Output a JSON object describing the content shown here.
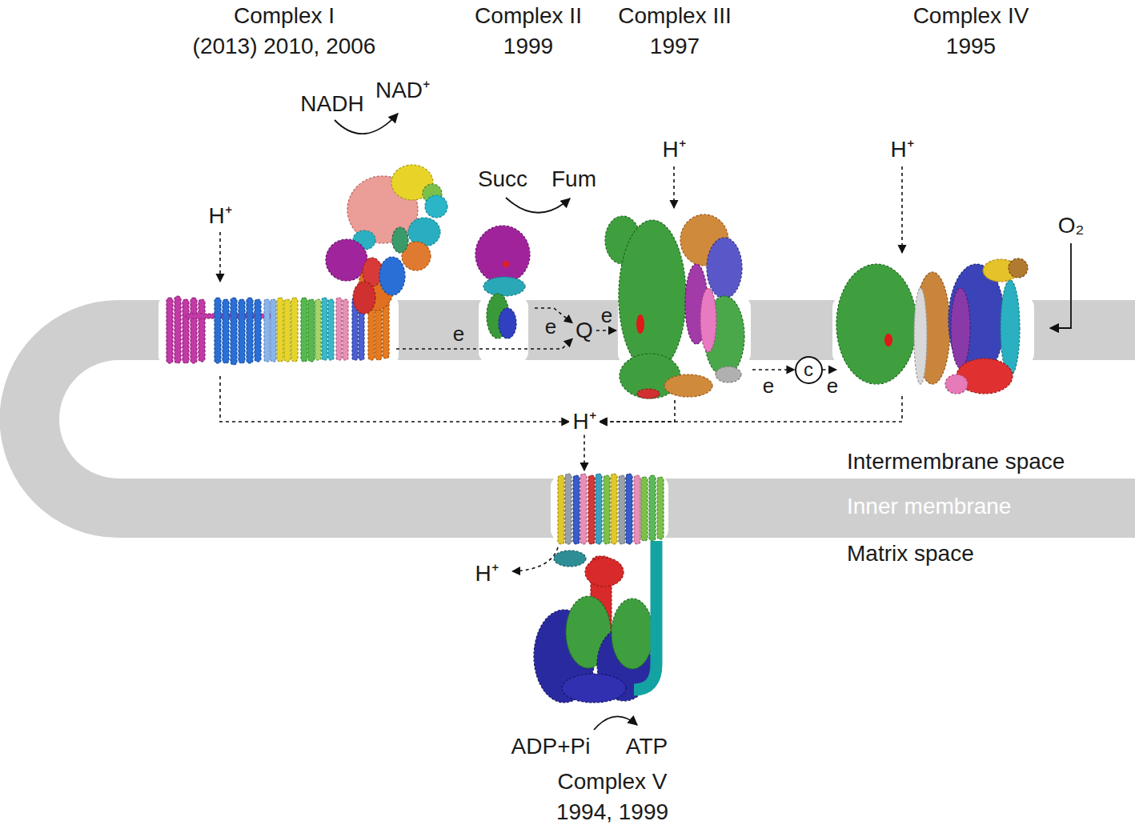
{
  "diagram": {
    "nodes": [
      {
        "text": [
          "Complex I",
          "(2013) 2010, 2006"
        ]
      },
      {
        "text": [
          "Complex II",
          "1999"
        ]
      },
      {
        "text": [
          "Complex III",
          "1997"
        ]
      },
      {
        "text": [
          "Complex IV",
          "1995"
        ]
      },
      {
        "text": [
          "Q"
        ]
      },
      {
        "text": [
          "c"
        ]
      },
      {
        "text": [
          "H⁺"
        ]
      },
      {
        "text": [
          "Complex V",
          "1994, 1999"
        ]
      }
    ],
    "edges": [
      {
        "from": 0,
        "to": 4,
        "label": "e",
        "arrow": "to"
      },
      {
        "from": 1,
        "to": 4,
        "label": "e",
        "arrow": "to"
      },
      {
        "from": 4,
        "to": 2,
        "label": "e",
        "arrow": "to"
      },
      {
        "from": 2,
        "to": 5,
        "label": "e",
        "arrow": "to"
      },
      {
        "from": 5,
        "to": 3,
        "label": "e",
        "arrow": "to"
      },
      {
        "from": 0,
        "to": 6,
        "arrow": "to"
      },
      {
        "from": 2,
        "to": 6,
        "arrow": "to"
      },
      {
        "from": 3,
        "to": 6,
        "arrow": "to"
      },
      {
        "from": 6,
        "to": 7,
        "arrow": "to"
      }
    ],
    "labels": [
      "NADH",
      "NAD⁺",
      "H⁺",
      "Succ",
      "Fum",
      "H⁺",
      "H⁺",
      "O₂",
      "Intermembrane space",
      "Inner membrane",
      "Matrix space",
      "H⁺",
      "ADP+Pi",
      "ATP"
    ]
  }
}
